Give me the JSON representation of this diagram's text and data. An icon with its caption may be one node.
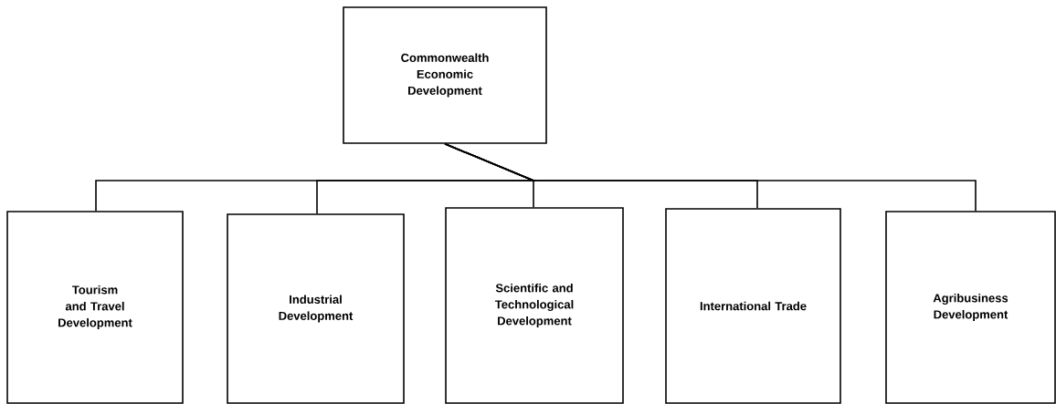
{
  "diagram": {
    "nodes": [
      {
        "text": [
          "Commonwealth Economic Development"
        ]
      },
      {
        "text": [
          "Tourism and Travel Development"
        ]
      },
      {
        "text": [
          "Industrial Development"
        ]
      },
      {
        "text": [
          "Scientific and Technological Development"
        ]
      },
      {
        "text": [
          "International Trade"
        ]
      },
      {
        "text": [
          "Agribusiness Development"
        ]
      }
    ],
    "edges": [
      {
        "from": 0,
        "to": 1,
        "arrow": "none"
      },
      {
        "from": 0,
        "to": 2,
        "arrow": "none"
      },
      {
        "from": 0,
        "to": 3,
        "arrow": "none"
      },
      {
        "from": 0,
        "to": 4,
        "arrow": "none"
      },
      {
        "from": 0,
        "to": 5,
        "arrow": "none"
      }
    ]
  }
}
